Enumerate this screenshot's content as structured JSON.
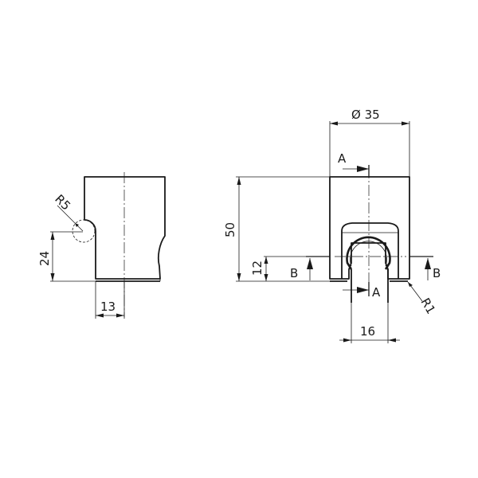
{
  "drawing": {
    "title": "Shower head holder technical drawing",
    "left_view": {
      "radius_label": "R5",
      "height_label": "24",
      "width_label": "13"
    },
    "front_view": {
      "diameter_label": "Ø 35",
      "height_label": "50",
      "slot_height_label": "12",
      "slot_width_label": "16",
      "fillet_label": "R1",
      "section_a_top": "A",
      "section_a_bottom": "A",
      "section_b_left": "B",
      "section_b_right": "B"
    },
    "colors": {
      "line": "#1a1a1a",
      "background": "#ffffff"
    }
  }
}
